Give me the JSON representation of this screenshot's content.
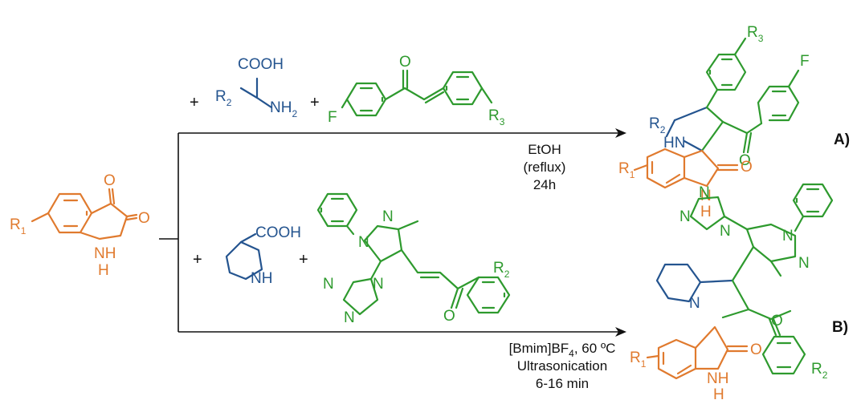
{
  "colors": {
    "isatin": "#e07a2e",
    "amino_acid": "#24548f",
    "chalcone": "#2e9a2e",
    "text": "#111111"
  },
  "labels": {
    "r1": "R",
    "r1_sub": "1",
    "r2": "R",
    "r2_sub": "2",
    "r3": "R",
    "r3_sub": "3",
    "oxygen": "O",
    "nh": "NH",
    "n": "N",
    "h": "H",
    "hn": "HN",
    "f": "F",
    "cooh": "COOH",
    "nh2": "NH",
    "nh2_sub": "2",
    "plus": "+"
  },
  "route_a": {
    "tag": "A)",
    "cond_line1": "EtOH",
    "cond_line2": "(reflux)",
    "cond_line3": "24h"
  },
  "route_b": {
    "tag": "B)",
    "cond_line1_pre": "[Bmim]BF",
    "cond_line1_sub": "4",
    "cond_line1_post": ", 60 ºC",
    "cond_line2": "Ultrasonication",
    "cond_line3": "6-16 min"
  }
}
